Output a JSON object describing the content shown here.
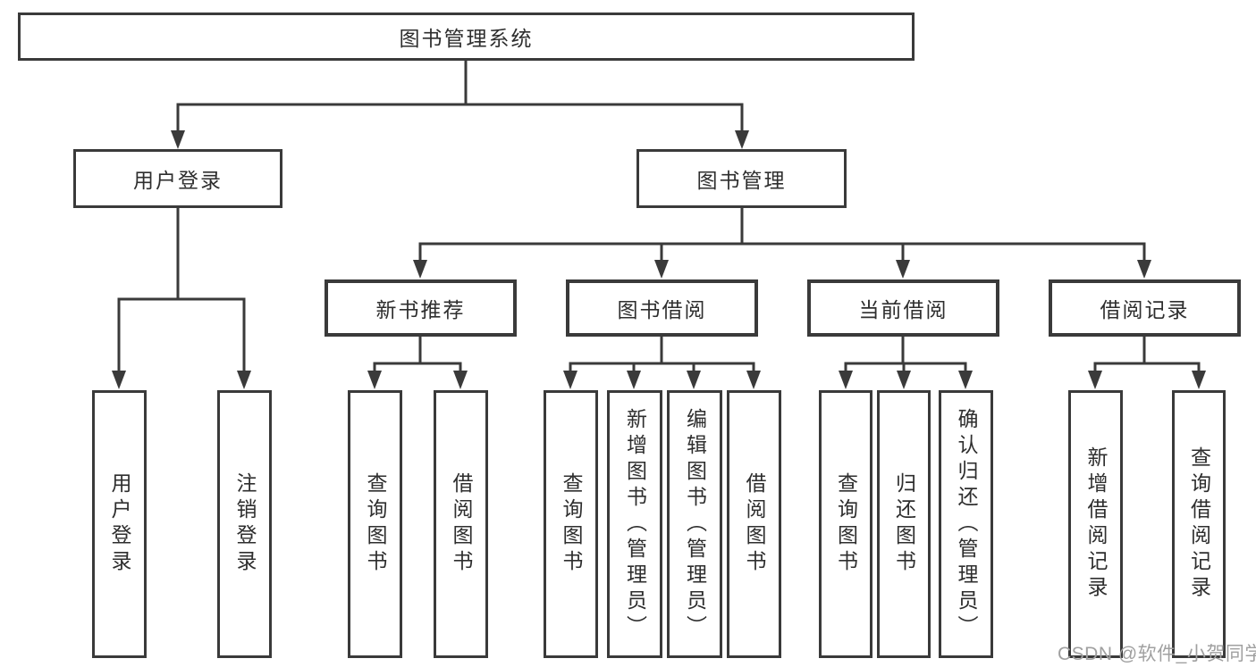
{
  "tree": {
    "root": {
      "label": "图书管理系统"
    },
    "level2": [
      {
        "label": "用户登录",
        "children": [
          {
            "label": "用户登录"
          },
          {
            "label": "注销登录"
          }
        ]
      },
      {
        "label": "图书管理",
        "groups": [
          {
            "label": "新书推荐",
            "children": [
              {
                "label": "查询图书"
              },
              {
                "label": "借阅图书"
              }
            ]
          },
          {
            "label": "图书借阅",
            "children": [
              {
                "label": "查询图书"
              },
              {
                "label": "新增图书（管理员）"
              },
              {
                "label": "编辑图书（管理员）"
              },
              {
                "label": "借阅图书"
              }
            ]
          },
          {
            "label": "当前借阅",
            "children": [
              {
                "label": "查询图书"
              },
              {
                "label": "归还图书"
              },
              {
                "label": "确认归还（管理员）"
              }
            ]
          },
          {
            "label": "借阅记录",
            "children": [
              {
                "label": "新增借阅记录"
              },
              {
                "label": "查询借阅记录"
              }
            ]
          }
        ]
      }
    ]
  },
  "watermark": {
    "text": "CSDN @软件_小贺同学"
  },
  "colors": {
    "line": "#3a3a3a",
    "text": "#2e2e2e",
    "watermark": "#a0a0a0",
    "background": "#ffffff"
  }
}
